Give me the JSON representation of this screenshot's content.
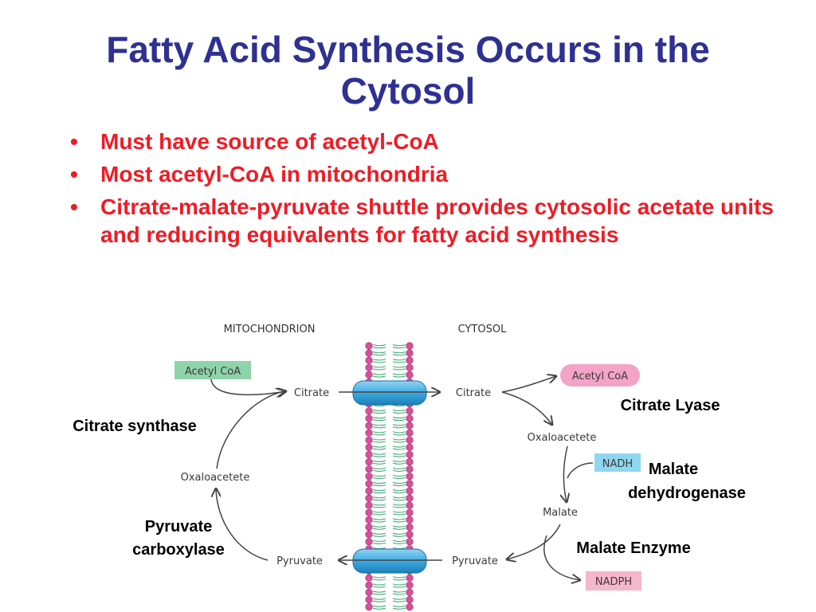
{
  "slide": {
    "title_line1": "Fatty Acid Synthesis Occurs in the",
    "title_line2": "Cytosol",
    "bullets": [
      "Must have source of acetyl-CoA",
      "Most acetyl-CoA in mitochondria",
      "Citrate-malate-pyruvate shuttle provides cytosolic acetate units and reducing equivalents for fatty acid synthesis"
    ]
  },
  "diagram": {
    "mito_header": "MITOCHONDRION",
    "cyto_header": "CYTOSOL",
    "mito": {
      "acetyl_coa": "Acetyl CoA",
      "citrate": "Citrate",
      "oxaloacetate": "Oxaloacetete",
      "pyruvate": "Pyruvate"
    },
    "cyto": {
      "citrate": "Citrate",
      "acetyl_coa": "Acetyl CoA",
      "oxaloacetate": "Oxaloacetete",
      "nadh": "NADH",
      "malate": "Malate",
      "pyruvate": "Pyruvate",
      "nadph": "NADPH"
    },
    "enzymes": {
      "citrate_synthase": "Citrate synthase",
      "citrate_lyase": "Citrate Lyase",
      "malate_dh_line1": "Malate",
      "malate_dh_line2": "dehydrogenase",
      "pyruvate_carboxylase_line1": "Pyruvate",
      "pyruvate_carboxylase_line2": "carboxylase",
      "malate_enzyme": "Malate Enzyme"
    },
    "colors": {
      "acetyl_coa_mito": "#8fd3a8",
      "acetyl_coa_cyto": "#f3a3c6",
      "nadh": "#8fd6f0",
      "nadph": "#f6b6cc",
      "transporter": "#3fa9e0",
      "lipid_head": "#d6519a",
      "lipid_tail": "#3aa76d"
    }
  }
}
